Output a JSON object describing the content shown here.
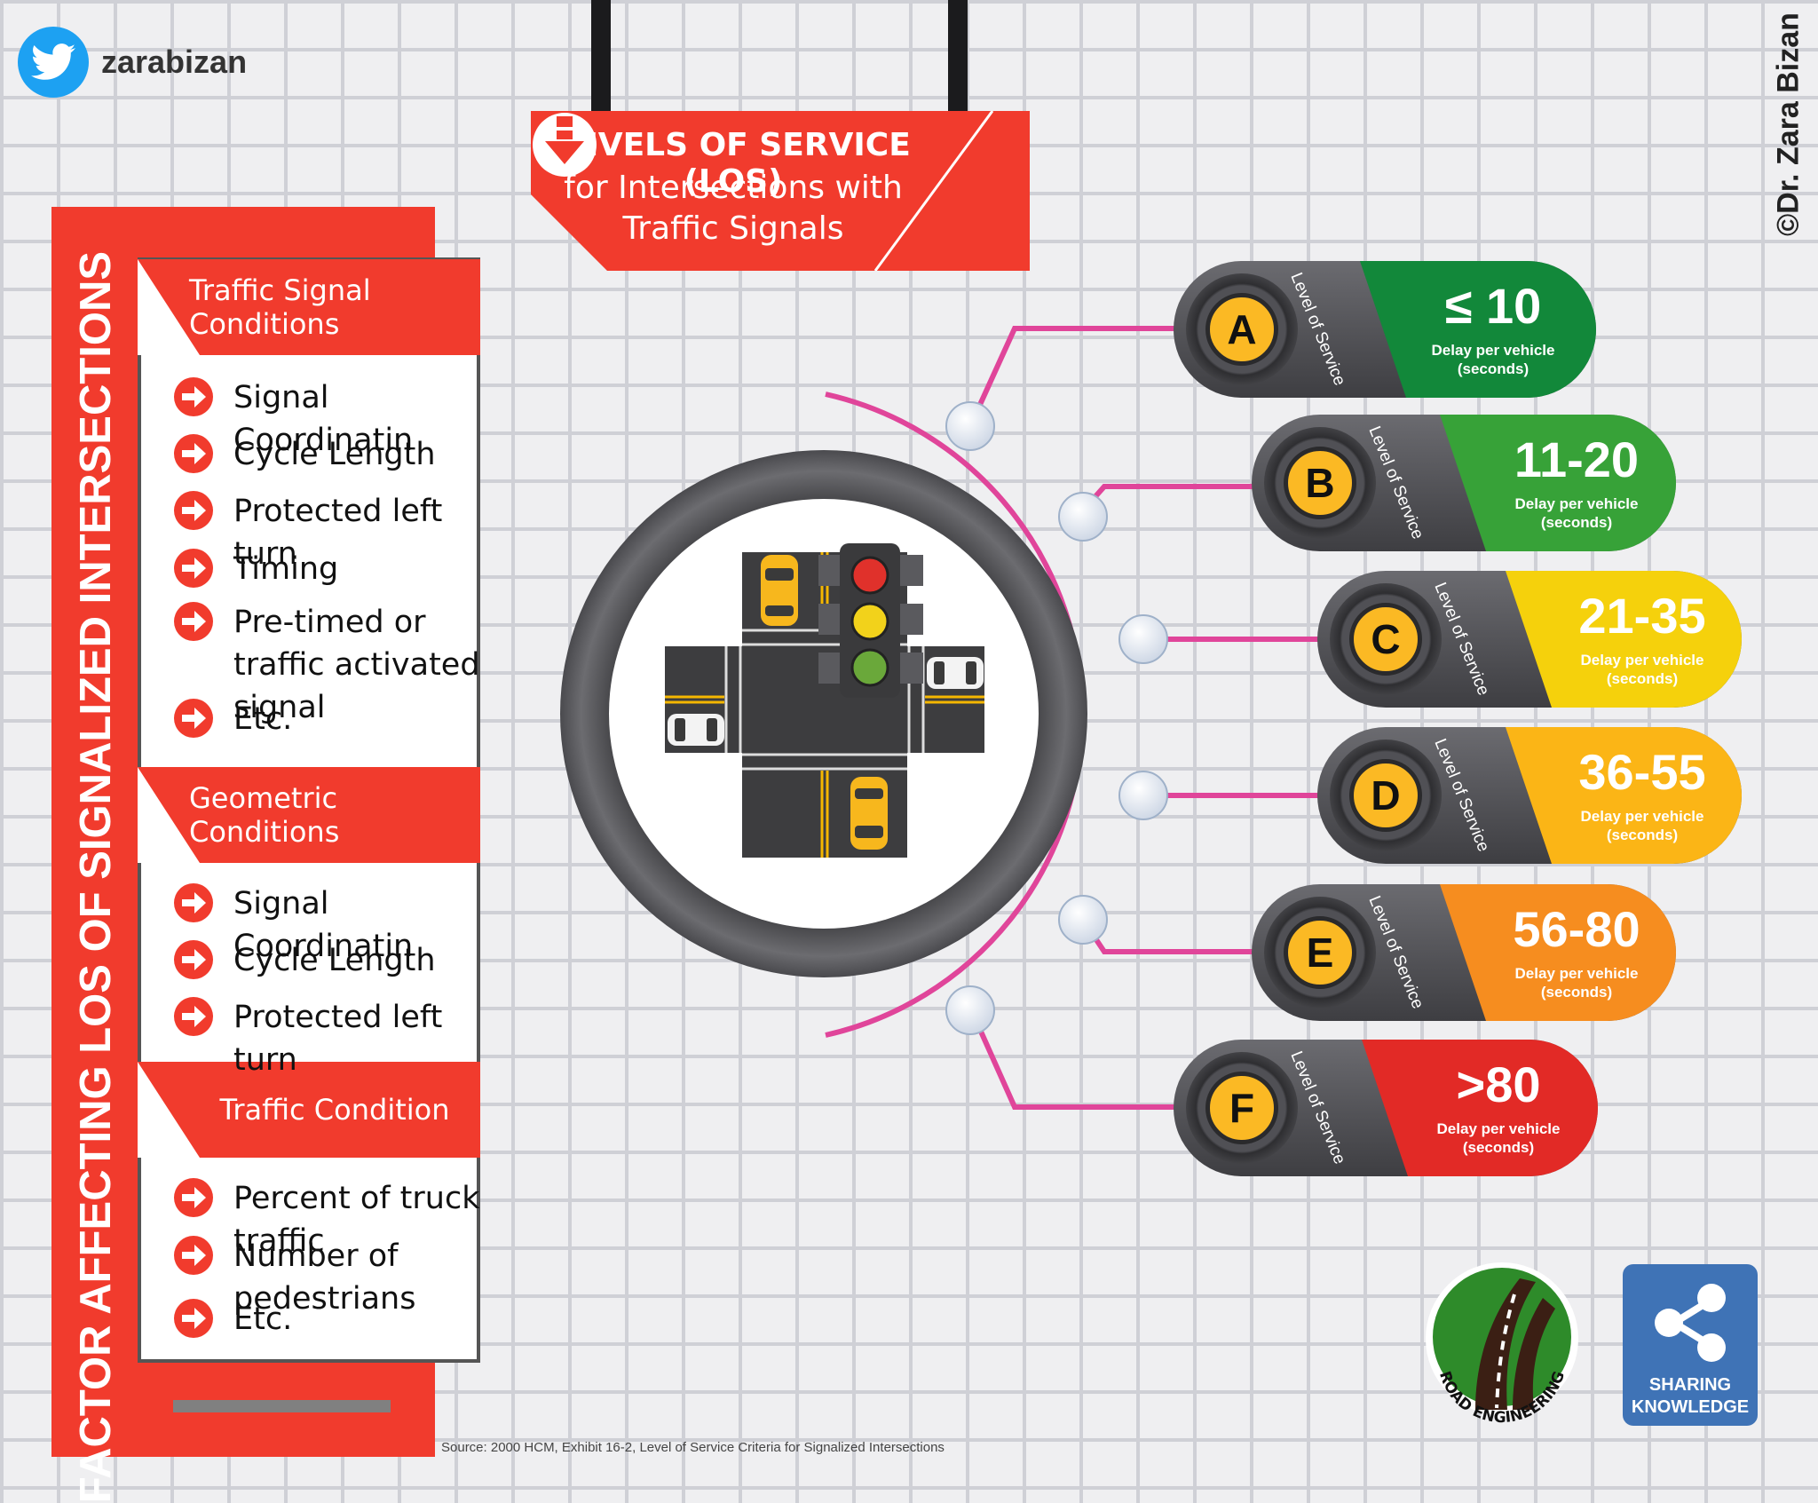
{
  "header": {
    "twitter_handle": "zarabizan",
    "copyright": "©Dr. Zara Bizan"
  },
  "title": {
    "line1": "LEVELS OF SERVICE (LOS)",
    "line2": "for Intersections with",
    "line3": "Traffic Signals"
  },
  "left_panel": {
    "vertical_title": "FACTOR AFFECTING LOS OF SIGNALIZED INTERSECTIONS",
    "sections": [
      {
        "heading": "Traffic Signal Conditions",
        "items": [
          "Signal Coordinatin",
          "Cycle Length",
          "Protected left turn",
          "Timing",
          "Pre-timed or traffic activated signal",
          "Etc."
        ]
      },
      {
        "heading": "Geometric Conditions",
        "items": [
          "Signal Coordinatin",
          "Cycle Length",
          "Protected left turn"
        ]
      },
      {
        "heading": "Traffic Condition",
        "items": [
          "Percent of truck traffic",
          "Number of pedestrians",
          "Etc."
        ]
      }
    ]
  },
  "los_levels": [
    {
      "grade": "A",
      "value": "≤ 10",
      "label": "Level of Service",
      "sub1": "Delay per vehicle",
      "sub2": "(seconds)",
      "color": "#12883a"
    },
    {
      "grade": "B",
      "value": "11-20",
      "label": "Level of Service",
      "sub1": "Delay per vehicle",
      "sub2": "(seconds)",
      "color": "#37a238"
    },
    {
      "grade": "C",
      "value": "21-35",
      "label": "Level of Service",
      "sub1": "Delay per vehicle",
      "sub2": "(seconds)",
      "color": "#f5d10c"
    },
    {
      "grade": "D",
      "value": "36-55",
      "label": "Level of Service",
      "sub1": "Delay per vehicle",
      "sub2": "(seconds)",
      "color": "#fbb516"
    },
    {
      "grade": "E",
      "value": "56-80",
      "label": "Level of Service",
      "sub1": "Delay per vehicle",
      "sub2": "(seconds)",
      "color": "#f68d1f"
    },
    {
      "grade": "F",
      "value": ">80",
      "label": "Level of Service",
      "sub1": "Delay per vehicle",
      "sub2": "(seconds)",
      "color": "#e22a26"
    }
  ],
  "badges": {
    "road_logo_text": "ROAD ENGINEERING",
    "share_line1": "SHARING",
    "share_line2": "KNOWLEDGE"
  },
  "source": "Source: 2000 HCM, Exhibit 16-2, Level of Service Criteria for Signalized Intersections",
  "colors": {
    "accent_red": "#f13b2d",
    "connector_pink": "#e0459a",
    "share_blue": "#3f73b6"
  }
}
